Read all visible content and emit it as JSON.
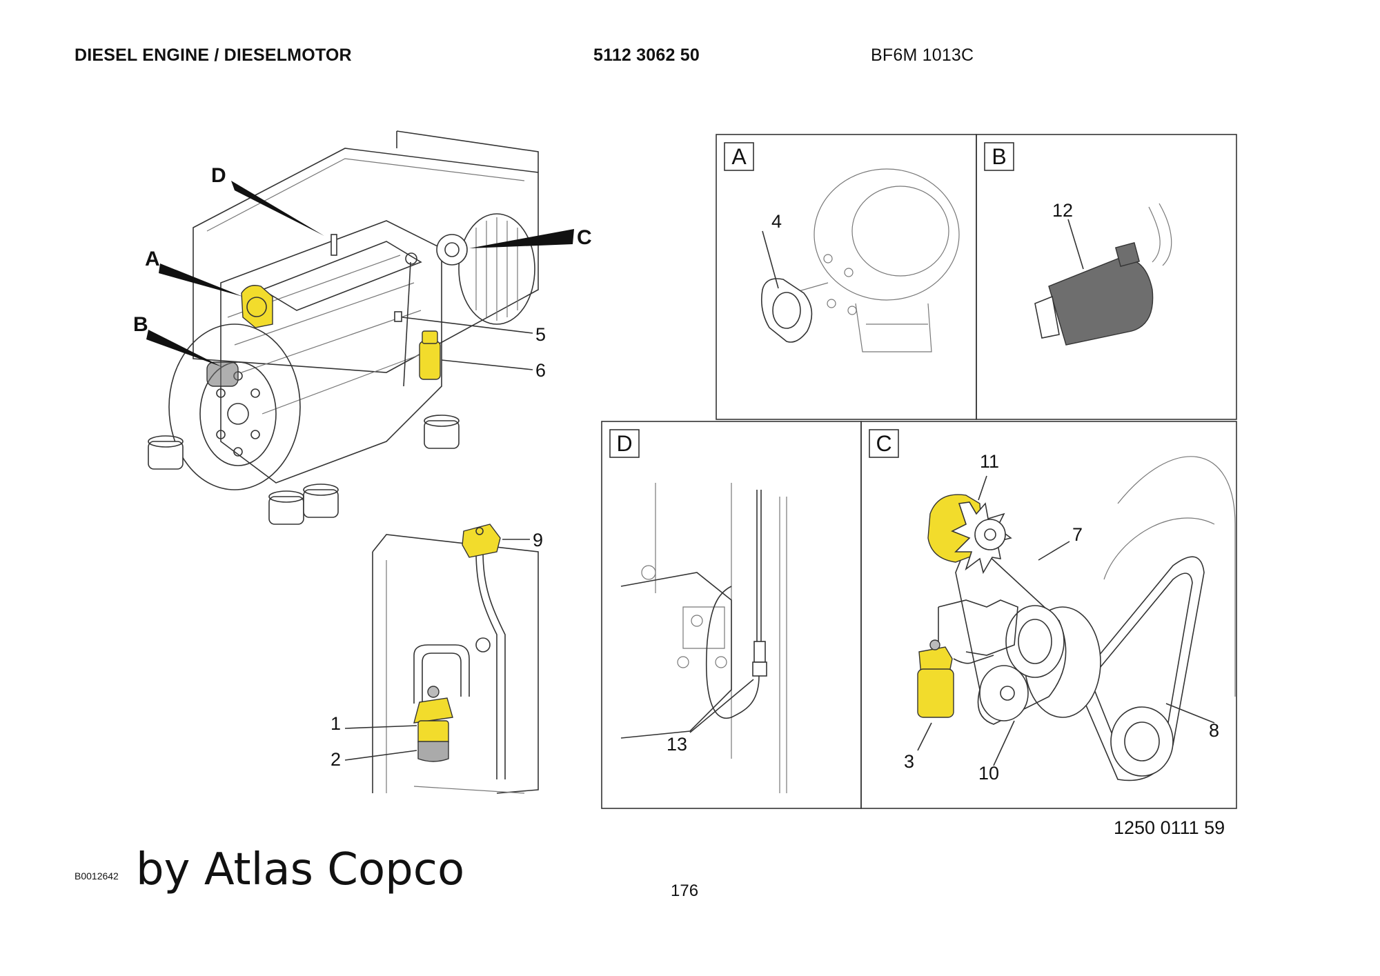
{
  "header": {
    "title": "DIESEL ENGINE / DIESELMOTOR",
    "part_number": "5112 3062 50",
    "model": "BF6M 1013C"
  },
  "callouts": {
    "main_letters": [
      "D",
      "A",
      "B",
      "C"
    ],
    "main_numbers": [
      "5",
      "6",
      "9",
      "1",
      "2"
    ],
    "panel_a_numbers": [
      "4"
    ],
    "panel_b_numbers": [
      "12"
    ],
    "panel_d_numbers": [
      "13"
    ],
    "panel_c_numbers": [
      "11",
      "7",
      "8",
      "3",
      "10"
    ]
  },
  "panels": [
    {
      "id": "A",
      "label": "A"
    },
    {
      "id": "B",
      "label": "B"
    },
    {
      "id": "D",
      "label": "D"
    },
    {
      "id": "C",
      "label": "C"
    }
  ],
  "footer": {
    "reference_code": "1250 0111 59",
    "image_ref": "B0012642",
    "brand": "by Atlas Copco",
    "page": "176"
  },
  "colors": {
    "highlight": "#f2dc2c",
    "line": "#333333",
    "grey_part": "#6e6e6e"
  }
}
